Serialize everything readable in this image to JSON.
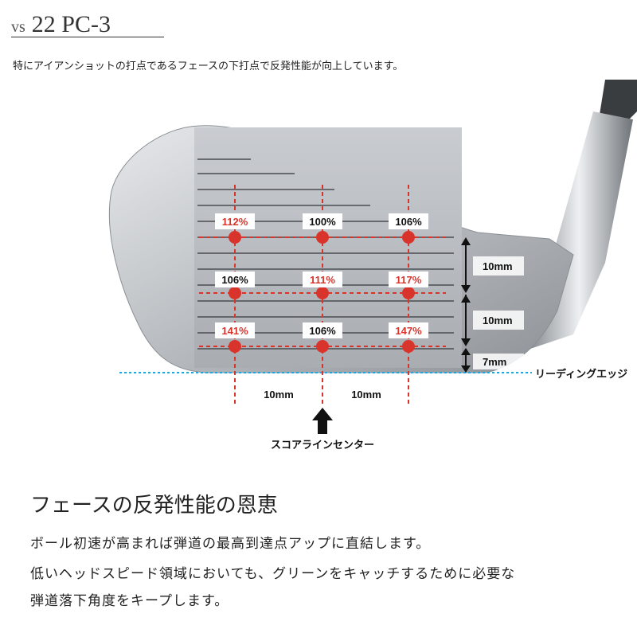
{
  "header": {
    "prefix": "vs",
    "model": "22 PC-3",
    "description": "特にアイアンショットの打点であるフェースの下打点で反発性能が向上しています。"
  },
  "diagram": {
    "grid": [
      [
        {
          "value": "112%",
          "accent": true
        },
        {
          "value": "100%",
          "accent": false
        },
        {
          "value": "106%",
          "accent": false
        }
      ],
      [
        {
          "value": "106%",
          "accent": false
        },
        {
          "value": "111%",
          "accent": true
        },
        {
          "value": "117%",
          "accent": true
        }
      ],
      [
        {
          "value": "141%",
          "accent": true
        },
        {
          "value": "106%",
          "accent": false
        },
        {
          "value": "147%",
          "accent": true
        }
      ]
    ],
    "vertical_dims": [
      "10mm",
      "10mm",
      "7mm"
    ],
    "horizontal_dims": [
      "10mm",
      "10mm"
    ],
    "leading_edge_label": "リーディングエッジ",
    "score_line_label": "スコアラインセンター",
    "colors": {
      "accent": "#d9342b",
      "leading_edge": "#29a3d6",
      "dim": "#111111"
    }
  },
  "section": {
    "title": "フェースの反発性能の恩恵",
    "lines": [
      "ボール初速が高まれば弾道の最高到達点アップに直結します。",
      "低いヘッドスピード領域においても、グリーンをキャッチするために必要な",
      "弾道落下角度をキープします。"
    ]
  }
}
